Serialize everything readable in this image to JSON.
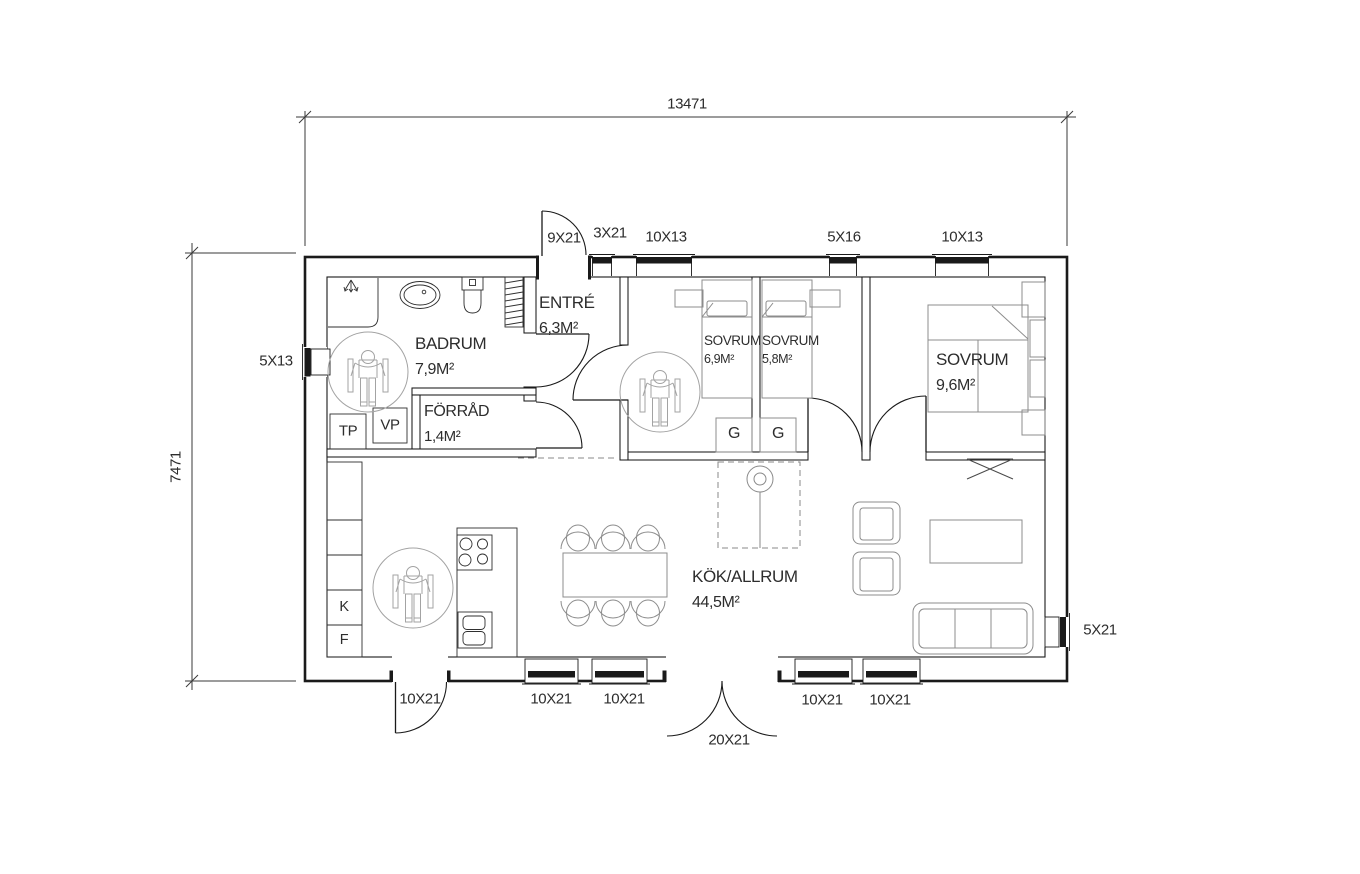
{
  "dimensions": {
    "width_mm": "13471",
    "height_mm": "7471"
  },
  "rooms": {
    "badrum": {
      "name": "BADRUM",
      "area": "7,9M²"
    },
    "entre": {
      "name": "ENTRÉ",
      "area": "6,3M²"
    },
    "forrad": {
      "name": "FÖRRÅD",
      "area": "1,4M²"
    },
    "sovrum_1": {
      "name": "SOVRUM",
      "area": "6,9M²"
    },
    "sovrum_2": {
      "name": "SOVRUM",
      "area": "5,8M²"
    },
    "sovrum_3": {
      "name": "SOVRUM",
      "area": "9,6M²"
    },
    "kok_allrum": {
      "name": "KÖK/ALLRUM",
      "area": "44,5M²"
    }
  },
  "openings": {
    "entry_door": "9X21",
    "entry_sidelight": "3X21",
    "sovrum1_window": "10X13",
    "sovrum2_window": "5X16",
    "sovrum3_window": "10X13",
    "badrum_window": "5X13",
    "livingroom_window": "5X21",
    "kitchen_door": "10X21",
    "kitchen_window_1": "10X21",
    "kitchen_window_2": "10X21",
    "patio_double_door": "20X21",
    "allrum_window_1": "10X21",
    "allrum_window_2": "10X21"
  },
  "cabinets": {
    "tp": "TP",
    "vp": "VP",
    "garderob_1": "G",
    "garderob_2": "G",
    "kyl": "K",
    "frys": "F"
  },
  "colors": {
    "wall": "#1a1a1a",
    "fixture": "#2f2f2f",
    "furniture": "#8c8c8c",
    "dimline": "#3a3a3a",
    "text": "#2d2d2d"
  }
}
